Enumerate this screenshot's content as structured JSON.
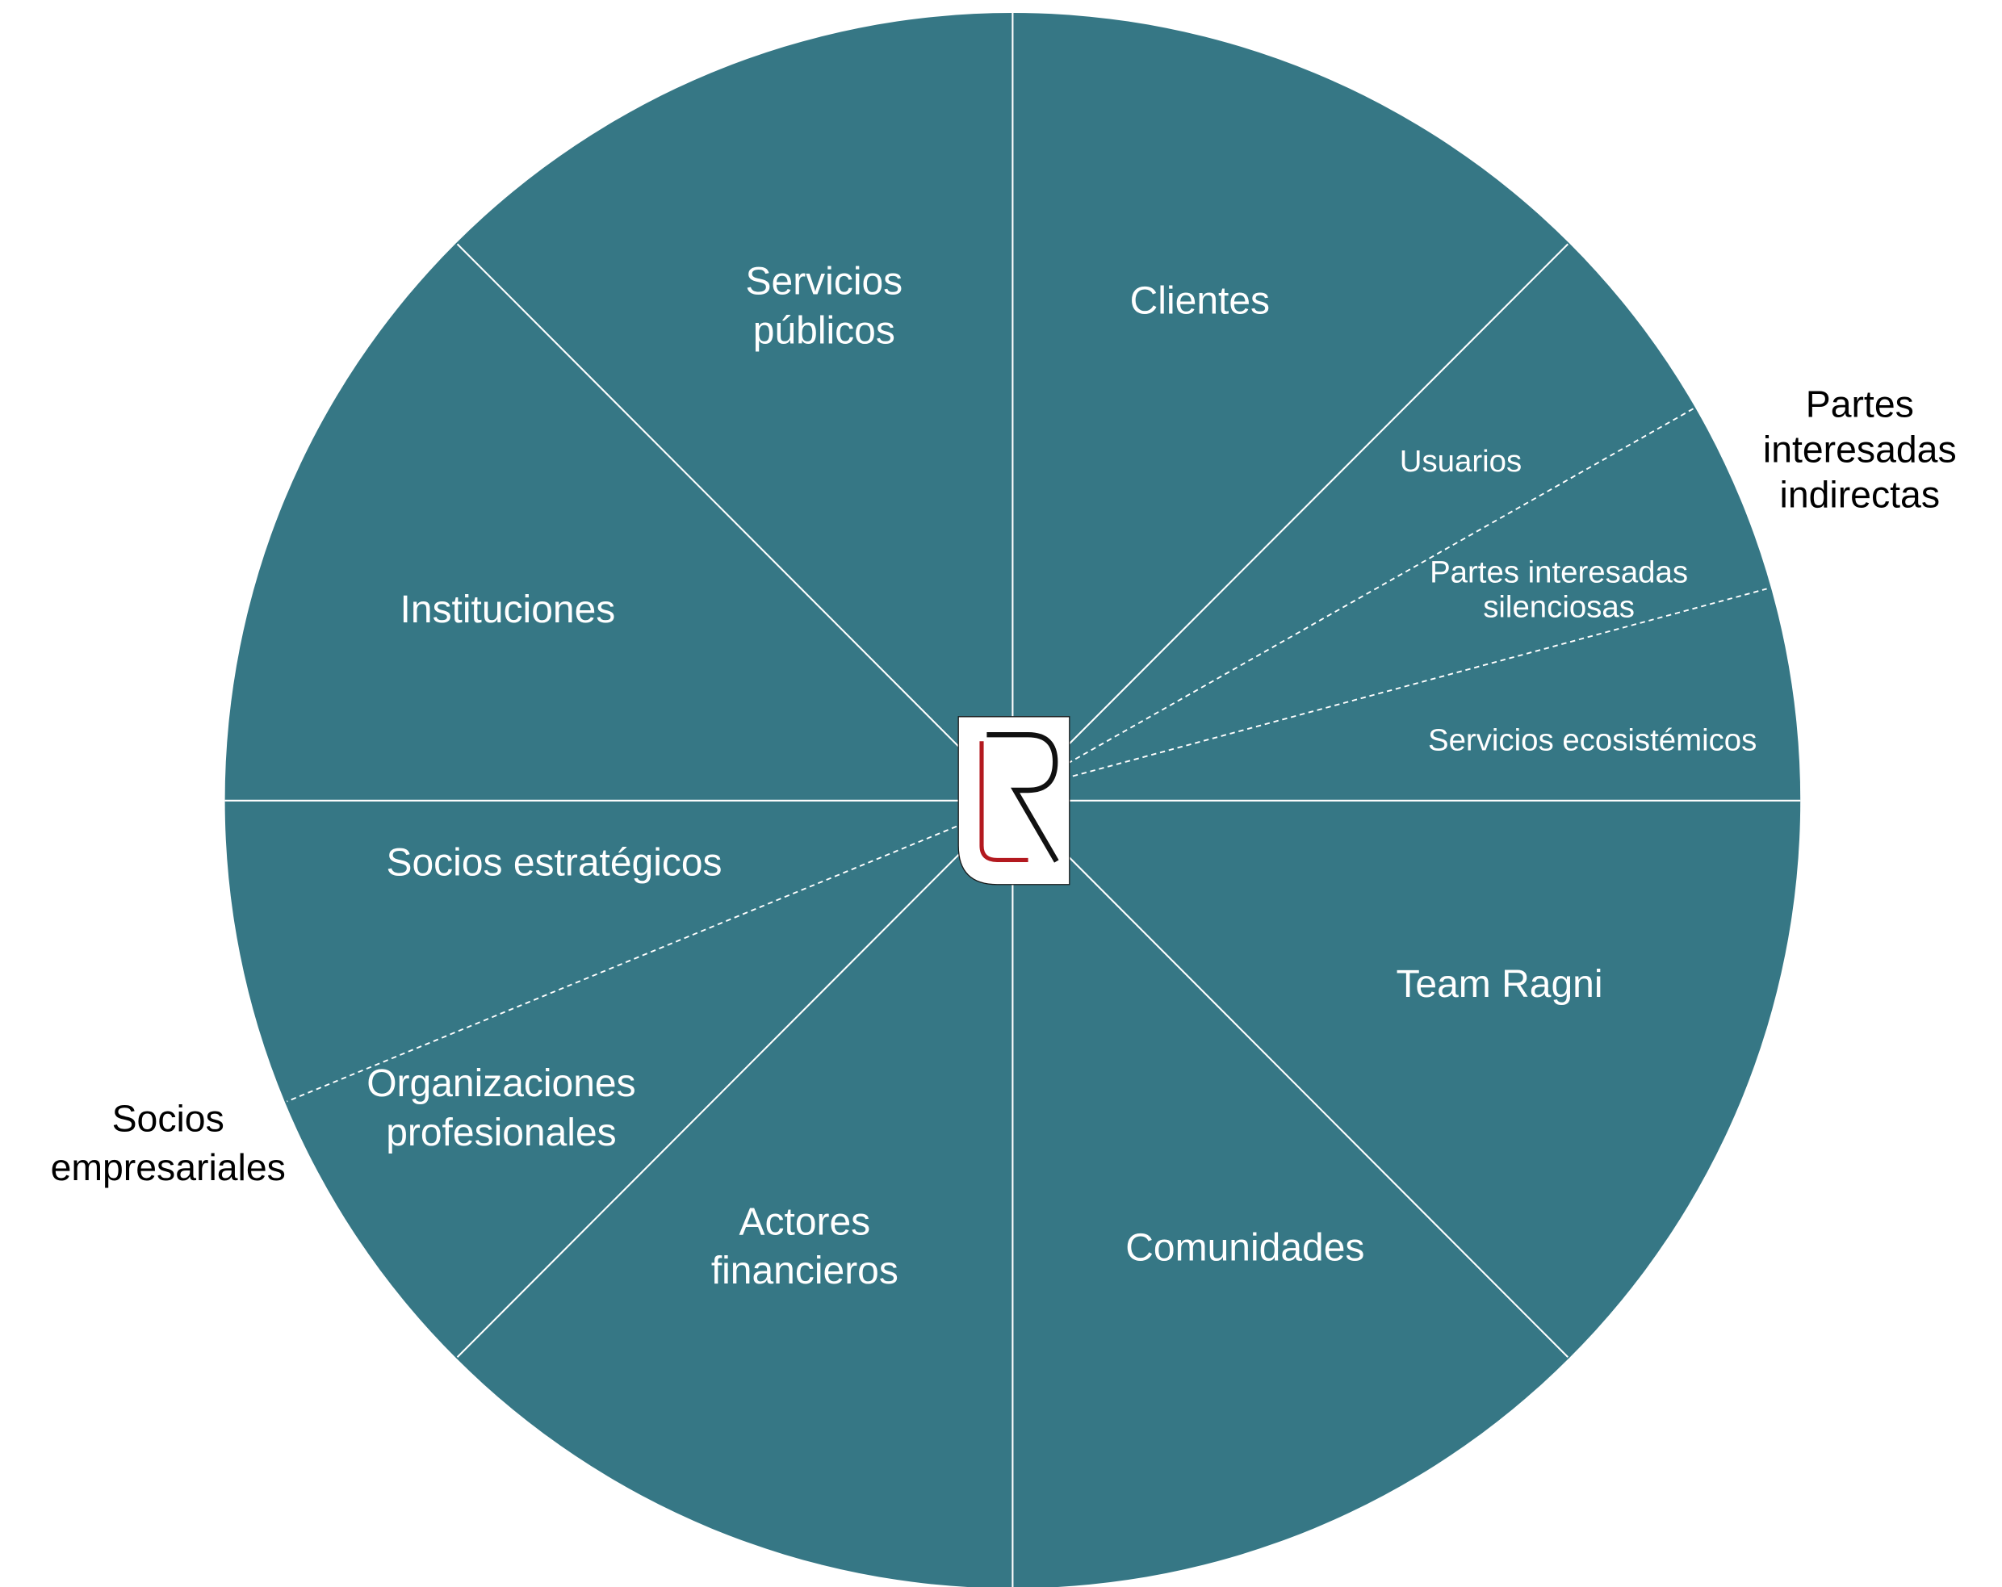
{
  "diagram": {
    "colors": {
      "wheel": "#367785",
      "divider": "#ffffff",
      "label": "#ffffff",
      "outer_label": "#000000",
      "logo_red": "#b3191f",
      "logo_black": "#111111"
    },
    "logo_icon": "lr-monogram-logo",
    "segments": {
      "servicios_publicos": [
        "Servicios",
        "públicos"
      ],
      "clientes": "Clientes",
      "usuarios": "Usuarios",
      "partes_silenciosas": [
        "Partes interesadas",
        "silenciosas"
      ],
      "servicios_ecosistemicos": "Servicios ecosistémicos",
      "instituciones": "Instituciones",
      "socios_estrategicos": "Socios estratégicos",
      "organizaciones_profesionales": [
        "Organizaciones",
        "profesionales"
      ],
      "actores_financieros": [
        "Actores",
        "financieros"
      ],
      "comunidades": "Comunidades",
      "team_ragni": "Team Ragni"
    },
    "groups": {
      "partes_indirectas": [
        "Partes",
        "interesadas",
        "indirectas"
      ],
      "socios_empresariales": [
        "Socios",
        "empresariales"
      ]
    }
  }
}
